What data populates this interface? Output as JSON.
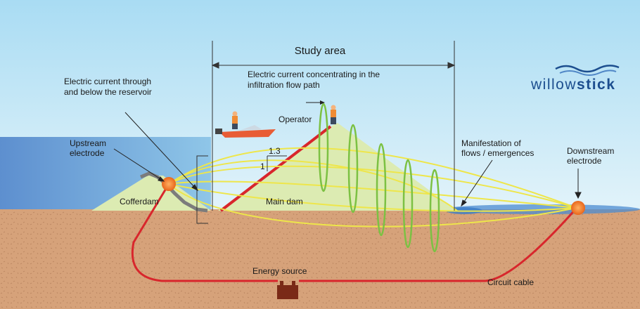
{
  "title": "Study area",
  "brand": {
    "name_part1": "willow",
    "name_part2": "stick"
  },
  "labels": {
    "current_reservoir_line1": "Electric current through",
    "current_reservoir_line2": "and below the reservoir",
    "current_concentrating_line1": "Electric current concentrating in the",
    "current_concentrating_line2": "infiltration flow path",
    "operator": "Operator",
    "upstream_line1": "Upstream",
    "upstream_line2": "electrode",
    "cofferdam": "Cofferdam",
    "main_dam": "Main dam",
    "slope_top": "1.3",
    "slope_side": "1",
    "manifestation_line1": "Manifestation of",
    "manifestation_line2": "flows / emergences",
    "downstream_line1": "Downstream",
    "downstream_line2": "electrode",
    "energy_source": "Energy source",
    "circuit_cable": "Circuit cable"
  },
  "colors": {
    "sky": "#bfe6f5",
    "reservoir": "#6fa3d6",
    "ground": "#d8a57a",
    "dam": "#dcebb2",
    "current_lines": "#eee64a",
    "cable": "#d8262c",
    "electrode": "#f07a22",
    "field_loops": "#7cc143",
    "energy_box": "#7a2a17",
    "brand": "#1c4e8f"
  }
}
